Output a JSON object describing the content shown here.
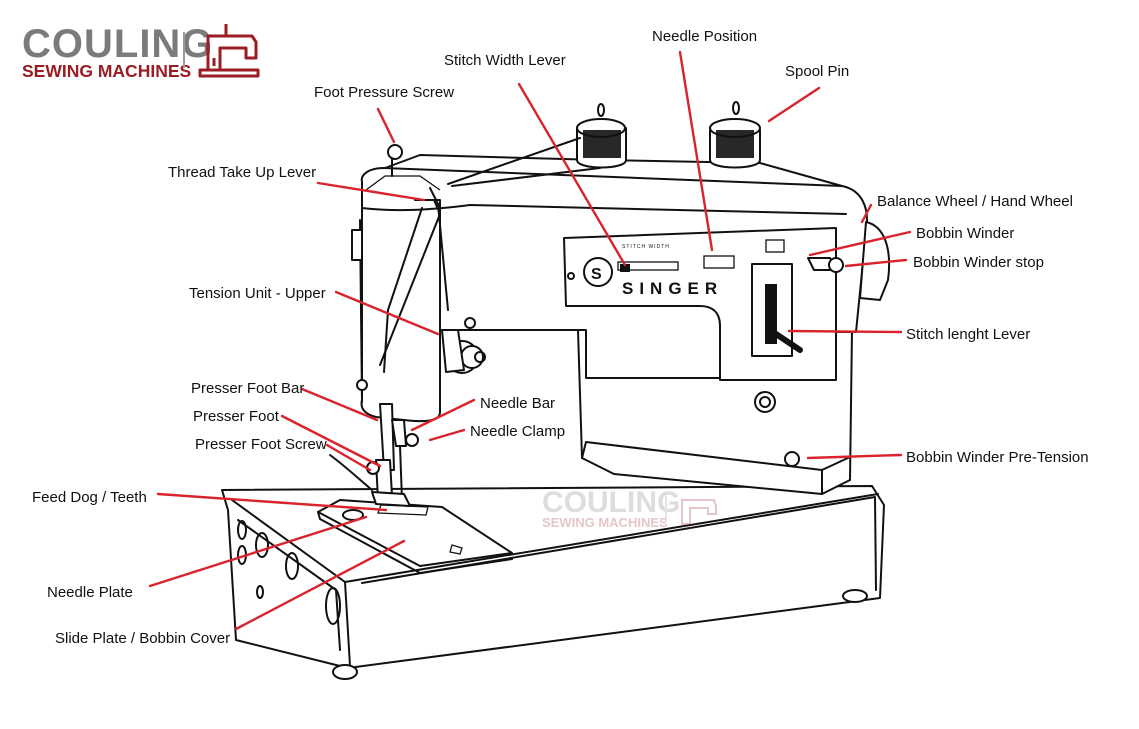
{
  "brand": {
    "name": "COULING",
    "tagline": "SEWING MACHINES",
    "name_color": "#7b7b7b",
    "accent_color": "#9b1c24",
    "icon": "sewing-machine-icon"
  },
  "machine": {
    "badge_text": "SINGER",
    "dial_label": "STITCH WIDTH"
  },
  "colors": {
    "leader": "#d9232d",
    "ink": "#111111"
  },
  "labels": [
    {
      "id": "foot-pressure-screw",
      "text": "Foot Pressure Screw"
    },
    {
      "id": "stitch-width-lever",
      "text": "Stitch Width Lever"
    },
    {
      "id": "needle-position",
      "text": "Needle Position"
    },
    {
      "id": "spool-pin",
      "text": "Spool Pin"
    },
    {
      "id": "thread-take-up-lever",
      "text": "Thread Take Up Lever"
    },
    {
      "id": "balance-wheel",
      "text": "Balance Wheel / Hand Wheel"
    },
    {
      "id": "bobbin-winder",
      "text": "Bobbin Winder"
    },
    {
      "id": "bobbin-winder-stop",
      "text": "Bobbin Winder stop"
    },
    {
      "id": "tension-unit-upper",
      "text": "Tension Unit - Upper"
    },
    {
      "id": "stitch-length-lever",
      "text": "Stitch lenght Lever"
    },
    {
      "id": "presser-foot-bar",
      "text": "Presser Foot Bar"
    },
    {
      "id": "presser-foot",
      "text": "Presser Foot"
    },
    {
      "id": "needle-bar",
      "text": "Needle Bar"
    },
    {
      "id": "needle-clamp",
      "text": "Needle Clamp"
    },
    {
      "id": "presser-foot-screw",
      "text": "Presser Foot Screw"
    },
    {
      "id": "bobbin-winder-pre-tension",
      "text": "Bobbin Winder Pre-Tension"
    },
    {
      "id": "feed-dog",
      "text": "Feed Dog / Teeth"
    },
    {
      "id": "needle-plate",
      "text": "Needle Plate"
    },
    {
      "id": "slide-plate",
      "text": "Slide Plate / Bobbin Cover"
    }
  ]
}
